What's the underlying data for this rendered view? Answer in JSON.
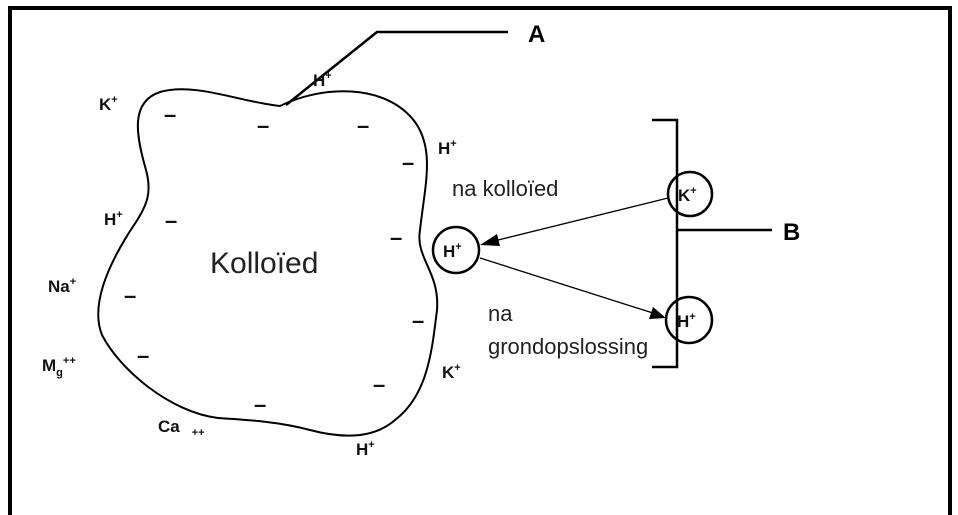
{
  "colloid_label": "Kolloïed",
  "label_a": "A",
  "label_b": "B",
  "arrow_to_colloid_text": "na kolloïed",
  "arrow_to_solution_text_1": "na",
  "arrow_to_solution_text_2": "grondopsloss­ing",
  "minus_sign": "–",
  "ions": {
    "k_top_left": {
      "base": "K",
      "charge": "+"
    },
    "h_top": {
      "base": "H",
      "charge": "+"
    },
    "h_right_top": {
      "base": "H",
      "charge": "+"
    },
    "h_left": {
      "base": "H",
      "charge": "+"
    },
    "na_left": {
      "base": "Na",
      "charge": "+"
    },
    "mg_left": {
      "base": "M",
      "sub": "g",
      "charge": "++"
    },
    "ca_bottom": {
      "base": "Ca",
      "charge": "++"
    },
    "h_bottom": {
      "base": "H",
      "charge": "+"
    },
    "k_right_bottom": {
      "base": "K",
      "charge": "+"
    }
  },
  "circled_ions": {
    "h_adsorbed": {
      "base": "H",
      "charge": "+"
    },
    "k_solution": {
      "base": "K",
      "charge": "+"
    },
    "h_solution": {
      "base": "H",
      "charge": "+"
    }
  }
}
